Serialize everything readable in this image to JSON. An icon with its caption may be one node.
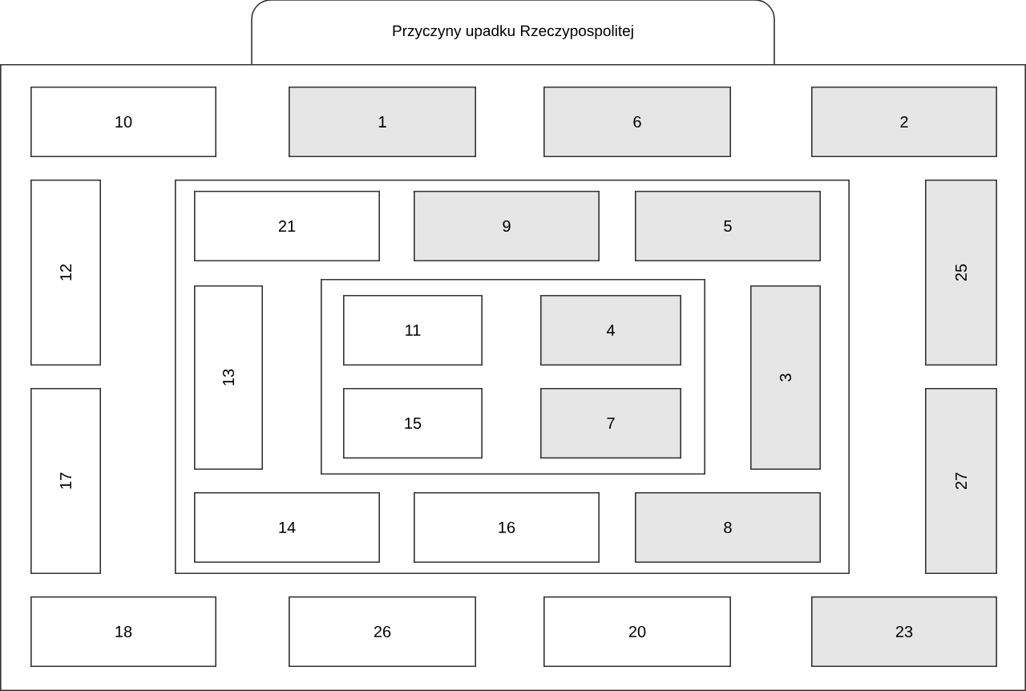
{
  "diagram": {
    "nodes": [
      {
        "text": [
          "Przyczyny upadku Rzeczypospolitej"
        ]
      },
      {
        "text": [
          "10"
        ],
        "in": 0
      },
      {
        "text": [
          "1"
        ],
        "in": 0
      },
      {
        "text": [
          "6"
        ],
        "in": 0
      },
      {
        "text": [
          "2"
        ],
        "in": 0
      },
      {
        "text": [
          "12"
        ],
        "in": 0
      },
      {
        "text": [],
        "shape": "box",
        "in": 0
      },
      {
        "text": [
          "21"
        ],
        "in": 6
      },
      {
        "text": [
          "9"
        ],
        "in": 6
      },
      {
        "text": [
          "5"
        ],
        "in": 6
      },
      {
        "text": [
          "13"
        ],
        "in": 6
      },
      {
        "text": [],
        "shape": "box",
        "in": 6
      },
      {
        "text": [
          "11"
        ],
        "in": 11
      },
      {
        "text": [
          "4"
        ],
        "in": 11
      },
      {
        "text": [
          "15"
        ],
        "in": 11
      },
      {
        "text": [
          "7"
        ],
        "in": 11
      },
      {
        "text": [
          "3"
        ],
        "in": 6
      },
      {
        "text": [
          "14"
        ],
        "in": 6
      },
      {
        "text": [
          "16"
        ],
        "in": 6
      },
      {
        "text": [
          "8"
        ],
        "in": 6
      },
      {
        "text": [
          "25"
        ],
        "in": 0
      },
      {
        "text": [
          "17"
        ],
        "in": 0
      },
      {
        "text": [
          "27"
        ],
        "in": 0
      },
      {
        "text": [
          "18"
        ],
        "in": 0
      },
      {
        "text": [
          "26"
        ],
        "in": 0
      },
      {
        "text": [
          "20"
        ],
        "in": 0
      },
      {
        "text": [
          "23"
        ],
        "in": 0
      }
    ]
  }
}
